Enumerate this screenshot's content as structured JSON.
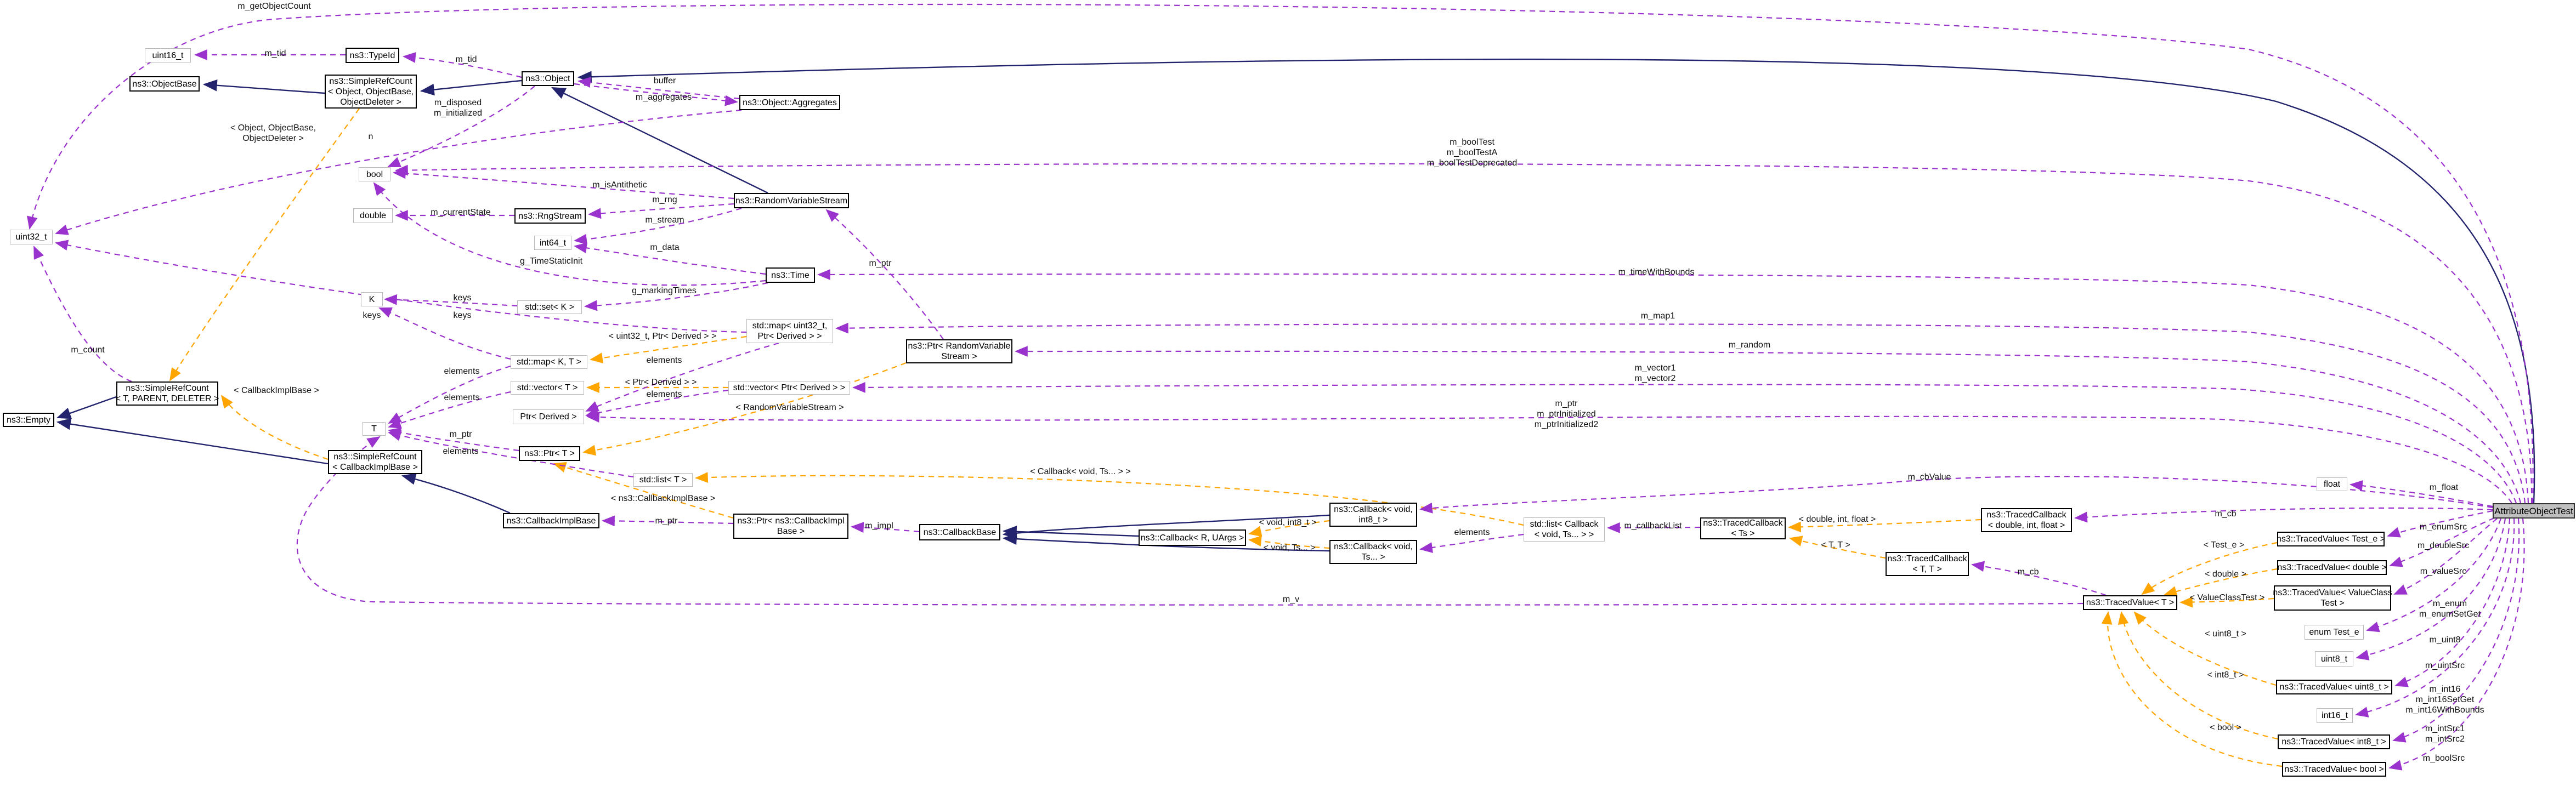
{
  "diagram_title": "AttributeObjectTest collaboration diagram",
  "colors": {
    "inheritance_edge": "#24246e",
    "member_edge": "#9a32cd",
    "template_edge": "#ffa500",
    "node_fill": "#ffffff",
    "main_node_fill": "#bfbfbf",
    "node_border": "#000000",
    "plain_node_border": "#b9b9b9"
  },
  "nodes": {
    "uint16": {
      "label": "uint16_t"
    },
    "typeid": {
      "label": "ns3::TypeId"
    },
    "objectbase": {
      "label": "ns3::ObjectBase"
    },
    "sr_obj": {
      "l1": "ns3::SimpleRefCount",
      "l2": "< Object, ObjectBase,",
      "l3": "ObjectDeleter >"
    },
    "object": {
      "label": "ns3::Object"
    },
    "aggregates": {
      "label": "ns3::Object::Aggregates"
    },
    "uint32": {
      "label": "uint32_t"
    },
    "bool": {
      "label": "bool"
    },
    "double": {
      "label": "double"
    },
    "rngstream": {
      "label": "ns3::RngStream"
    },
    "rvs": {
      "label": "ns3::RandomVariableStream"
    },
    "int64": {
      "label": "int64_t"
    },
    "time": {
      "label": "ns3::Time"
    },
    "k": {
      "label": "K"
    },
    "setk": {
      "label": "std::set< K >"
    },
    "mapu32": {
      "l1": "std::map< uint32_t,",
      "l2": "Ptr< Derived > >"
    },
    "mapkt": {
      "label": "std::map< K, T >"
    },
    "vect": {
      "label": "std::vector< T >"
    },
    "vecptr": {
      "label": "std::vector< Ptr< Derived > >"
    },
    "ptrder": {
      "label": "Ptr< Derived >"
    },
    "ptrrvs": {
      "l1": "ns3::Ptr< RandomVariable",
      "l2": "Stream >"
    },
    "srtpd": {
      "l1": "ns3::SimpleRefCount",
      "l2": "< T, PARENT, DELETER >"
    },
    "empty": {
      "label": "ns3::Empty"
    },
    "tbox": {
      "label": "T"
    },
    "ptrt": {
      "label": "ns3::Ptr< T >"
    },
    "srcib": {
      "l1": "ns3::SimpleRefCount",
      "l2": "< CallbackImplBase >"
    },
    "listt": {
      "label": "std::list< T >"
    },
    "cib": {
      "label": "ns3::CallbackImplBase"
    },
    "ptrcib": {
      "l1": "ns3::Ptr< ns3::CallbackImpl",
      "l2": "Base >"
    },
    "cbase": {
      "label": "ns3::CallbackBase"
    },
    "cbr": {
      "label": "ns3::Callback< R, UArgs >"
    },
    "cbi8": {
      "l1": "ns3::Callback< void,",
      "l2": "int8_t >"
    },
    "cbts": {
      "l1": "ns3::Callback< void,",
      "l2": "Ts... >"
    },
    "listcb": {
      "l1": "std::list< Callback",
      "l2": "< void, Ts... > >"
    },
    "tcts": {
      "l1": "ns3::TracedCallback",
      "l2": "< Ts >"
    },
    "tcdif": {
      "l1": "ns3::TracedCallback",
      "l2": "< double, int, float >"
    },
    "tctt": {
      "l1": "ns3::TracedCallback",
      "l2": "< T, T >"
    },
    "tvt": {
      "label": "ns3::TracedValue< T >"
    },
    "float": {
      "label": "float"
    },
    "tvteste": {
      "label": "ns3::TracedValue< Test_e >"
    },
    "tvdouble": {
      "label": "ns3::TracedValue< double >"
    },
    "tvvct": {
      "l1": "ns3::TracedValue< ValueClass",
      "l2": "Test >"
    },
    "enumte": {
      "label": "enum Test_e"
    },
    "uint8": {
      "label": "uint8_t"
    },
    "tvuint8": {
      "label": "ns3::TracedValue< uint8_t >"
    },
    "int16": {
      "label": "int16_t"
    },
    "tvint8": {
      "label": "ns3::TracedValue< int8_t >"
    },
    "tvbool": {
      "label": "ns3::TracedValue< bool >"
    },
    "attr": {
      "label": "AttributeObjectTest"
    }
  },
  "edge_labels": {
    "m_getObjectCount": "m_getObjectCount",
    "m_tid1": "m_tid",
    "m_tid2": "m_tid",
    "buffer": "buffer",
    "m_aggregates": "m_aggregates",
    "m_disposed": {
      "l1": "m_disposed",
      "l2": "m_initialized"
    },
    "objtpl": {
      "l1": "< Object, ObjectBase,",
      "l2": "ObjectDeleter >"
    },
    "n": "n",
    "m_boolTest": {
      "l1": "m_boolTest",
      "l2": "m_boolTestA",
      "l3": "m_boolTestDeprecated"
    },
    "m_isAntithetic": "m_isAntithetic",
    "m_rng": "m_rng",
    "m_currentState": "m_currentState",
    "m_stream": "m_stream",
    "m_data": "m_data",
    "g_TimeStaticInit": "g_TimeStaticInit",
    "m_ptr_rvs": "m_ptr",
    "g_markingTimes": "g_markingTimes",
    "keys1": "keys",
    "keys2": "keys",
    "keys3": "keys",
    "m_timeWithBounds": "m_timeWithBounds",
    "u32tpl": "< uint32_t, Ptr< Derived > >",
    "m_map1": "m_map1",
    "elements1": "elements",
    "elementsL1": "elements",
    "m_random": "m_random",
    "ptrdtpl": "< Ptr< Derived > >",
    "elements2": "elements",
    "elementsL2": "elements",
    "rvstpl": "< RandomVariableStream >",
    "m_vector": {
      "l1": "m_vector1",
      "l2": "m_vector2"
    },
    "m_count": "m_count",
    "cibtpl": "< CallbackImplBase >",
    "m_ptr_t": "m_ptr",
    "elements3": "elements",
    "m_ptrinit": {
      "l1": "m_ptr",
      "l2": "m_ptrInitialized",
      "l3": "m_ptrInitialized2"
    },
    "cibtpl2": "< ns3::CallbackImplBase >",
    "cbvoidtstpl": "< Callback< void, Ts... > >",
    "m_ptr_cib": "m_ptr",
    "m_impl": "m_impl",
    "m_cbValue": "m_cbValue",
    "voidint8": "< void, int8_t >",
    "voidts": "< void, Ts... >",
    "elements4": "elements",
    "m_callbackList": "m_callbackList",
    "m_v": "m_v",
    "diftpl": "< double, int, float >",
    "m_cb1": "m_cb",
    "m_float": "m_float",
    "tttpl": "< T, T >",
    "m_cb2": "m_cb",
    "testetpl": "< Test_e >",
    "m_enumSrc": "m_enumSrc",
    "doubletpl": "< double >",
    "m_doubleSrc": "m_doubleSrc",
    "vcttpl": "< ValueClassTest >",
    "m_valueSrc": "m_valueSrc",
    "m_enum": {
      "l1": "m_enum",
      "l2": "m_enumSetGet"
    },
    "uint8tpl": "< uint8_t >",
    "m_uint8": "m_uint8",
    "m_uintSrc": "m_uintSrc",
    "int8tpl": "< int8_t >",
    "m_int16": {
      "l1": "m_int16",
      "l2": "m_int16SetGet",
      "l3": "m_int16WithBounds"
    },
    "m_intSrc": {
      "l1": "m_intSrc1",
      "l2": "m_intSrc2"
    },
    "booltpl": "< bool >",
    "m_boolSrc": "m_boolSrc"
  }
}
